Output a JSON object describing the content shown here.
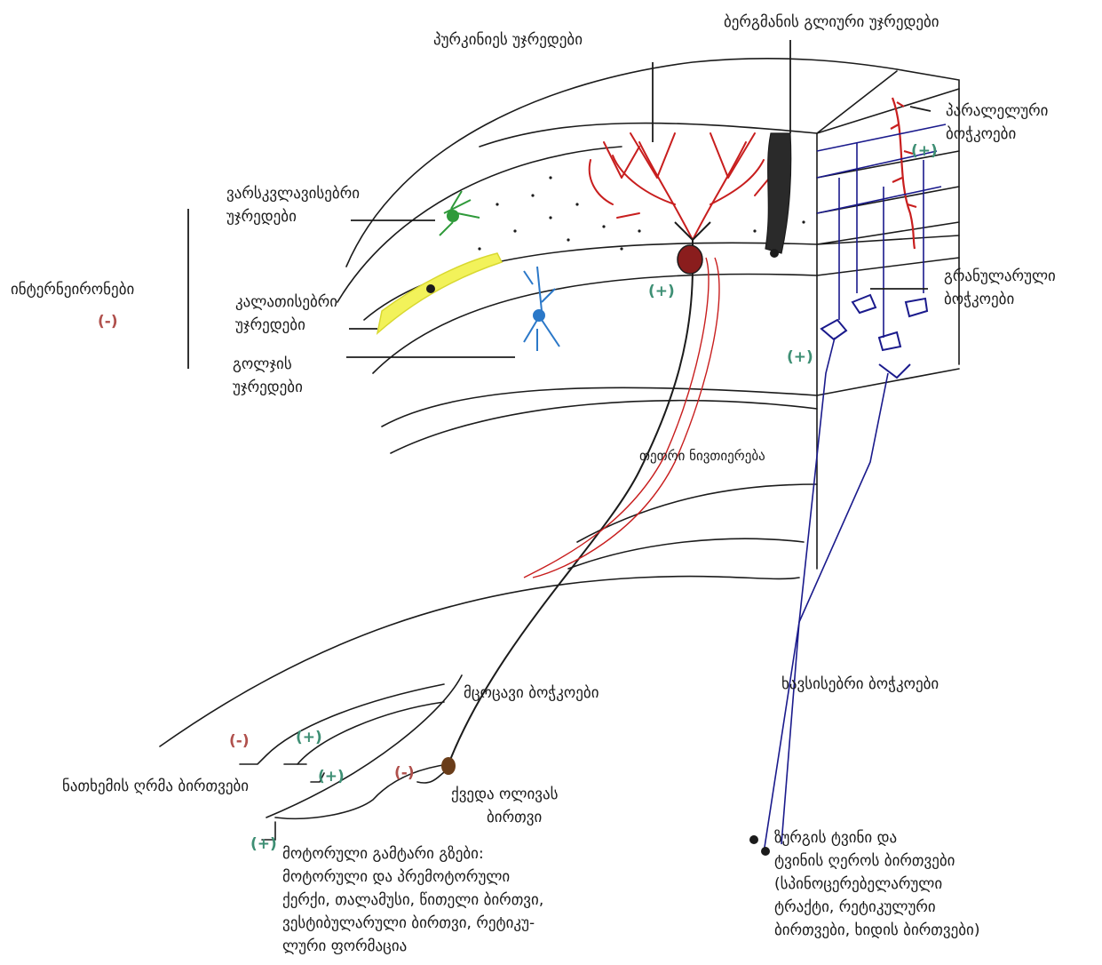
{
  "colors": {
    "ink": "#1b1b1b",
    "purkinje": "#c81e1e",
    "stellate": "#2f9a3a",
    "basket": "#e6e63a",
    "golgi": "#2b78c8",
    "granule": "#1a1a8c",
    "positive_sign": "#3e8f74",
    "negative_sign": "#b0504c"
  },
  "labels": {
    "purkinje": [
      "პურკინიეს უჯრედები"
    ],
    "bergmann": [
      "ბერგმანის გლიური უჯრედები"
    ],
    "parallel": [
      "პარალელური",
      "ბოჭკოები"
    ],
    "stellate": [
      "ვარსკვლავისებრი",
      "უჯრედები"
    ],
    "interneurons": [
      "ინტერნეირონები"
    ],
    "basket": [
      "კალათისებრი",
      "უჯრედები"
    ],
    "golgi": [
      "გოლჯის",
      "უჯრედები"
    ],
    "granular": [
      "გრანულარული",
      "ბოჭკოები"
    ],
    "white_matter": [
      "თეთრი ნივთიერება"
    ],
    "climbing": [
      "მცოცავი ბოჭკოები"
    ],
    "mossy": [
      "ხავსისებრი ბოჭკოები"
    ],
    "deep_nuclei": [
      "ნათხემის ღრმა ბირთვები"
    ],
    "inferior_olive": [
      "ქვედა ოლივას",
      "ბირთვი"
    ],
    "motor_paths": [
      "მოტორული გამტარი გზები:",
      "მოტორული და პრემოტორული",
      "ქერქი, თალამუსი, წითელი ბირთვი,",
      "ვესტიბულარული ბირთვი, რეტიკუ-",
      "ლური ფორმაცია"
    ],
    "spinal": [
      "ზურგის ტვინი და",
      "ტვინის ღეროს ბირთვები",
      "(სპინოცერებელარული",
      "ტრაქტი, რეტიკულური",
      "ბირთვები, ხიდის ბირთვები)"
    ]
  },
  "signs": {
    "interneurons": "(-)",
    "parallel": "(+)",
    "climbing_purkinje": "(+)",
    "granular": "(+)",
    "deep_a": "(-)",
    "deep_b": "(+)",
    "deep_c": "(+)",
    "olive": "(-)",
    "motor": "(+)"
  }
}
